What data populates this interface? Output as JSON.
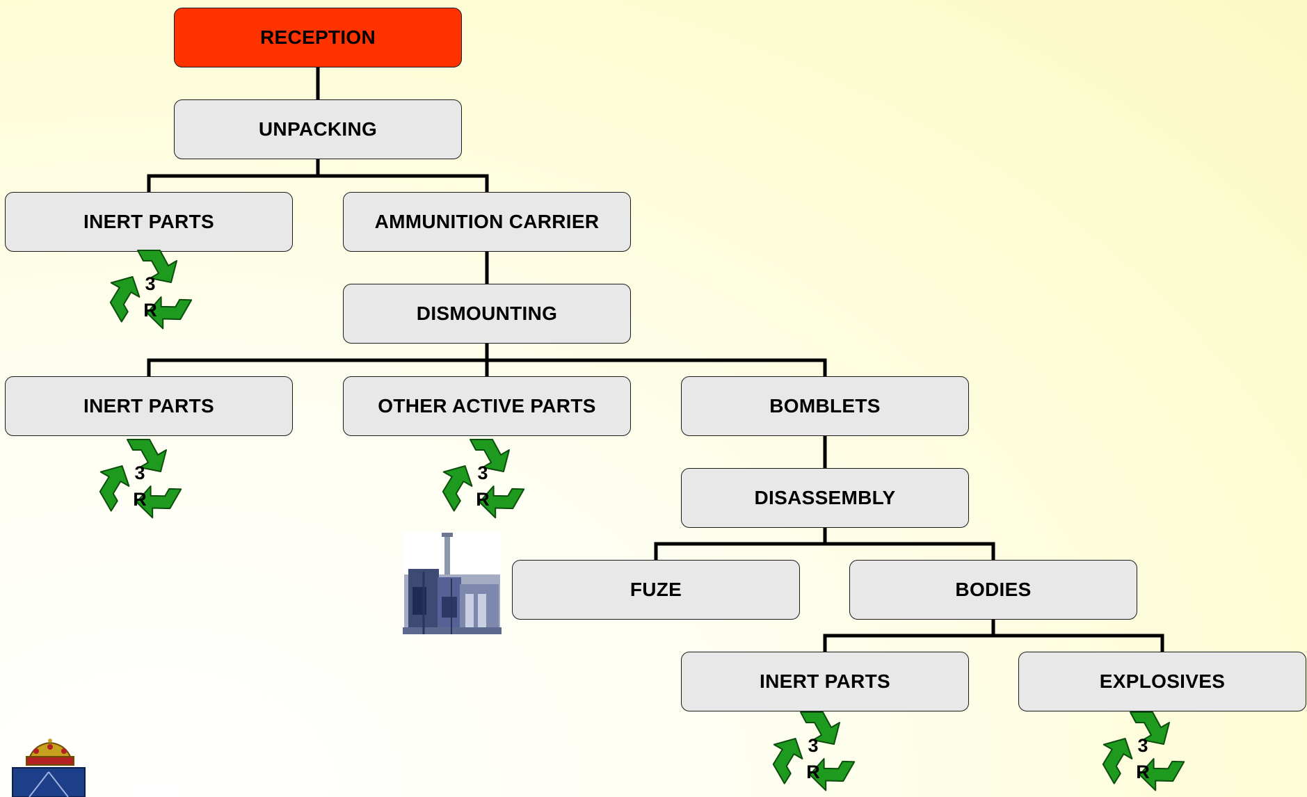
{
  "nodes": {
    "reception": "RECEPTION",
    "unpacking": "UNPACKING",
    "inert_parts_1": "INERT PARTS",
    "ammunition_carrier": "AMMUNITION CARRIER",
    "dismounting": "DISMOUNTING",
    "inert_parts_2": "INERT PARTS",
    "other_active_parts": "OTHER ACTIVE PARTS",
    "bomblets": "BOMBLETS",
    "disassembly": "DISASSEMBLY",
    "fuze": "FUZE",
    "bodies": "BODIES",
    "inert_parts_3": "INERT PARTS",
    "explosives": "EXPLOSIVES"
  },
  "recycle_badge": {
    "line1": "3",
    "line2": "R"
  },
  "colors": {
    "reception_fill": "#ff3300",
    "box_fill": "#e8e8e8",
    "recycle_green": "#1e9a1e",
    "connector": "#000000"
  },
  "icons": [
    "recycle-3r-icon",
    "plant-machinery-photo",
    "royal-crest-emblem"
  ]
}
